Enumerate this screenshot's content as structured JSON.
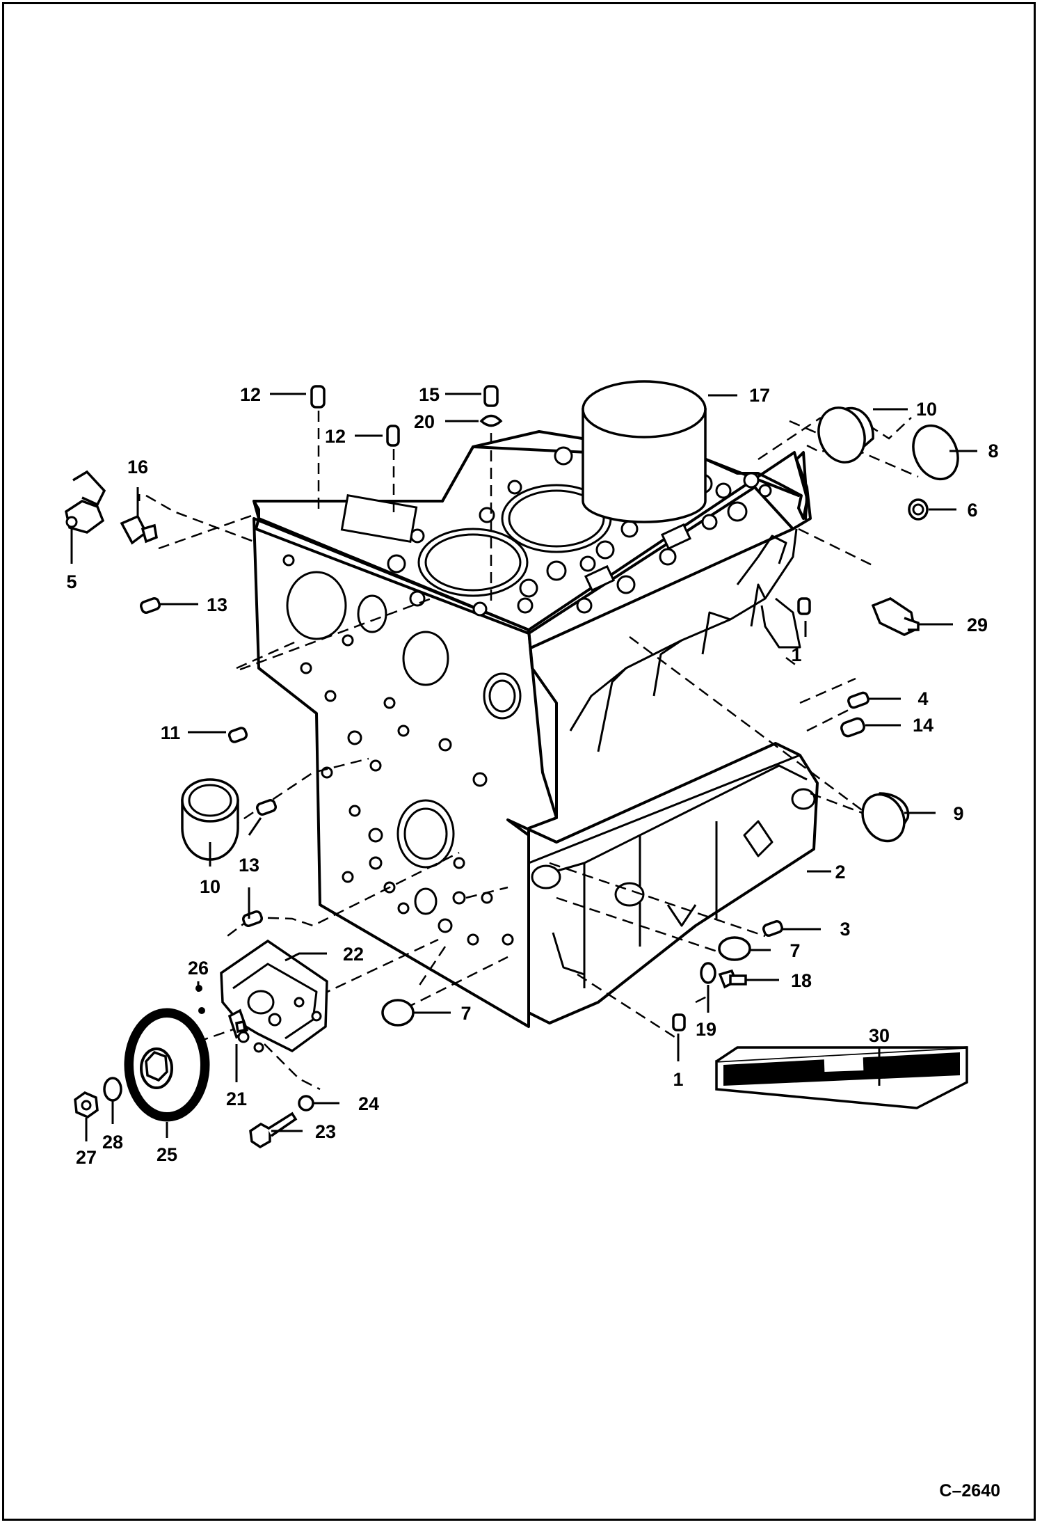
{
  "figure_id": "C–2640",
  "callouts": [
    {
      "id": "c1a",
      "text": "1"
    },
    {
      "id": "c1b",
      "text": "1"
    },
    {
      "id": "c2",
      "text": "2"
    },
    {
      "id": "c3",
      "text": "3"
    },
    {
      "id": "c4",
      "text": "4"
    },
    {
      "id": "c5",
      "text": "5"
    },
    {
      "id": "c6",
      "text": "6"
    },
    {
      "id": "c7a",
      "text": "7"
    },
    {
      "id": "c7b",
      "text": "7"
    },
    {
      "id": "c8",
      "text": "8"
    },
    {
      "id": "c9",
      "text": "9"
    },
    {
      "id": "c10a",
      "text": "10"
    },
    {
      "id": "c10b",
      "text": "10"
    },
    {
      "id": "c11",
      "text": "11"
    },
    {
      "id": "c12a",
      "text": "12"
    },
    {
      "id": "c12b",
      "text": "12"
    },
    {
      "id": "c13a",
      "text": "13"
    },
    {
      "id": "c13b",
      "text": "13"
    },
    {
      "id": "c14",
      "text": "14"
    },
    {
      "id": "c15",
      "text": "15"
    },
    {
      "id": "c16",
      "text": "16"
    },
    {
      "id": "c17",
      "text": "17"
    },
    {
      "id": "c18",
      "text": "18"
    },
    {
      "id": "c19",
      "text": "19"
    },
    {
      "id": "c20",
      "text": "20"
    },
    {
      "id": "c21",
      "text": "21"
    },
    {
      "id": "c22",
      "text": "22"
    },
    {
      "id": "c23",
      "text": "23"
    },
    {
      "id": "c24",
      "text": "24"
    },
    {
      "id": "c25",
      "text": "25"
    },
    {
      "id": "c26",
      "text": "26"
    },
    {
      "id": "c27",
      "text": "27"
    },
    {
      "id": "c28",
      "text": "28"
    },
    {
      "id": "c29",
      "text": "29"
    },
    {
      "id": "c30",
      "text": "30"
    }
  ]
}
